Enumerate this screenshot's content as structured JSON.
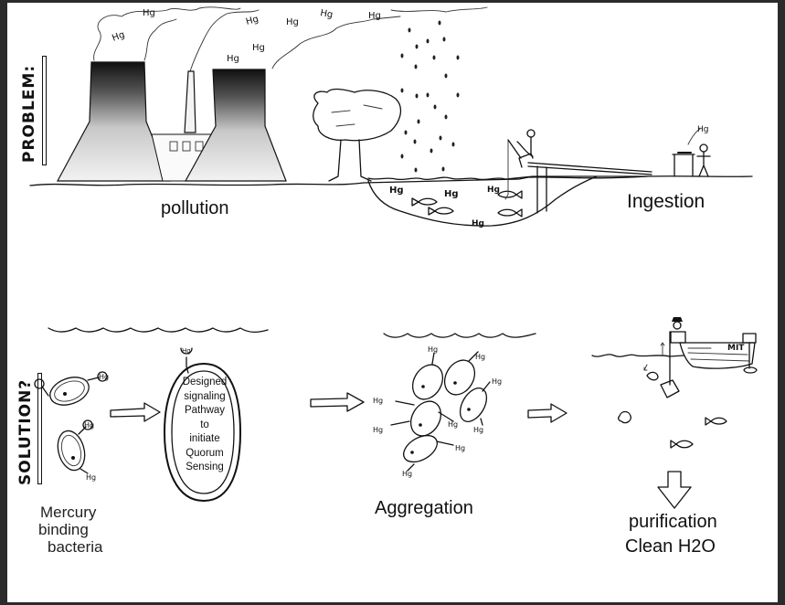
{
  "problem": {
    "heading": "PROBLEM:",
    "stages": {
      "pollution": "pollution",
      "ingestion": "Ingestion"
    },
    "mercury_symbol": "Hg"
  },
  "solution": {
    "heading": "SOLUTION?",
    "stages": {
      "bacteria": [
        "Mercury",
        "binding",
        "bacteria"
      ],
      "pathway": [
        "Designed",
        "signaling",
        "Pathway",
        "to",
        "initiate",
        "Quorum",
        "Sensing"
      ],
      "aggregation": "Aggregation",
      "purification": "purification",
      "clean_water": "Clean H2O"
    },
    "boat_label": "MIT",
    "mercury_symbol": "Hg"
  }
}
